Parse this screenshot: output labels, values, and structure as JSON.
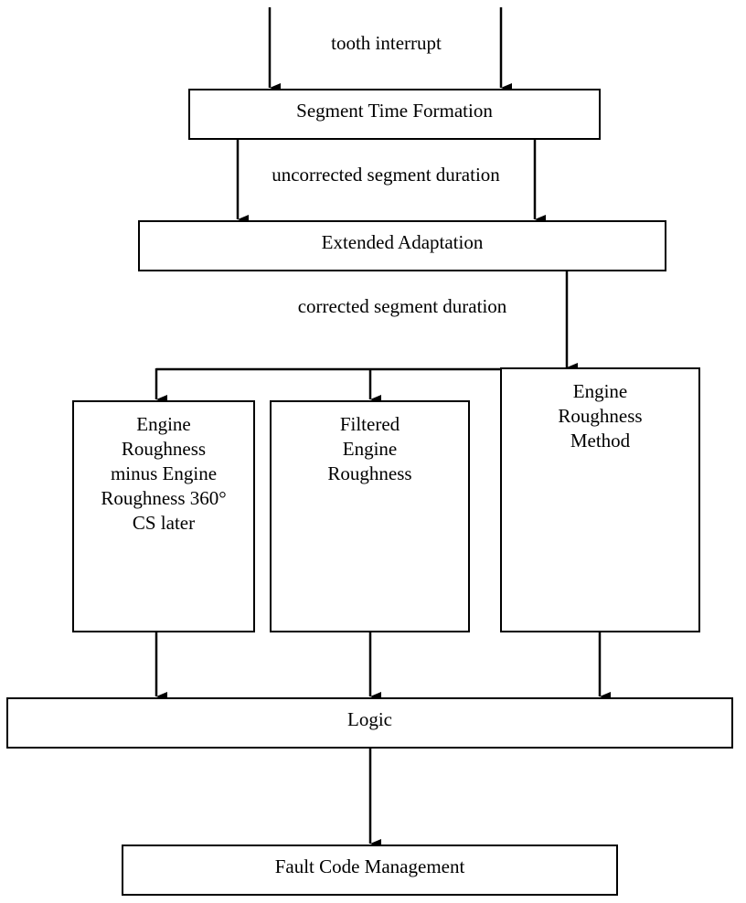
{
  "input_label": "tooth  interrupt",
  "boxes": {
    "segment_time_formation": "Segment Time Formation",
    "extended_adaptation": "Extended Adaptation",
    "engine_roughness_minus": "Engine\nRoughness\nminus Engine\nRoughness 360°\nCS later",
    "filtered_engine_roughness": "Filtered\nEngine\nRoughness",
    "engine_roughness_method": "Engine\nRoughness\nMethod",
    "logic": "Logic",
    "fault_code_management": "Fault Code Management"
  },
  "edge_labels": {
    "uncorrected": "uncorrected segment duration",
    "corrected": "corrected segment duration"
  }
}
